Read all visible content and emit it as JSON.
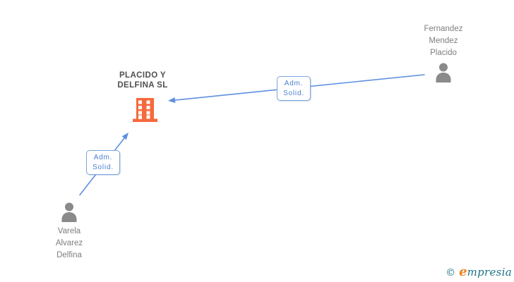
{
  "colors": {
    "edge_blue": "#5D8FE0",
    "edge_label_text": "#4A7FD0",
    "edge_label_border": "#7AA5DF",
    "building_orange": "#F6693C",
    "person_gray": "#8A8A8A",
    "person_name_gray": "#7E7E7E",
    "company_name_gray": "#4F4F4F",
    "logo_teal": "#1E7287",
    "logo_orange": "#F08119"
  },
  "diagram": {
    "company": {
      "name_lines": [
        "PLACIDO Y",
        "DELFINA SL"
      ]
    },
    "persons": [
      {
        "name_lines": [
          "Fernandez",
          "Mendez",
          "Placido"
        ]
      },
      {
        "name_lines": [
          "Varela",
          "Alvarez",
          "Delfina"
        ]
      }
    ],
    "edges": [
      {
        "from": "Fernandez Mendez Placido",
        "to": "PLACIDO Y DELFINA SL",
        "label_lines": [
          "Adm.",
          "Solid."
        ]
      },
      {
        "from": "Varela Alvarez Delfina",
        "to": "PLACIDO Y DELFINA SL",
        "label_lines": [
          "Adm.",
          "Solid."
        ]
      }
    ]
  },
  "footer": {
    "copyright": "©",
    "brand_e": "e",
    "brand_rest": "mpresia"
  }
}
